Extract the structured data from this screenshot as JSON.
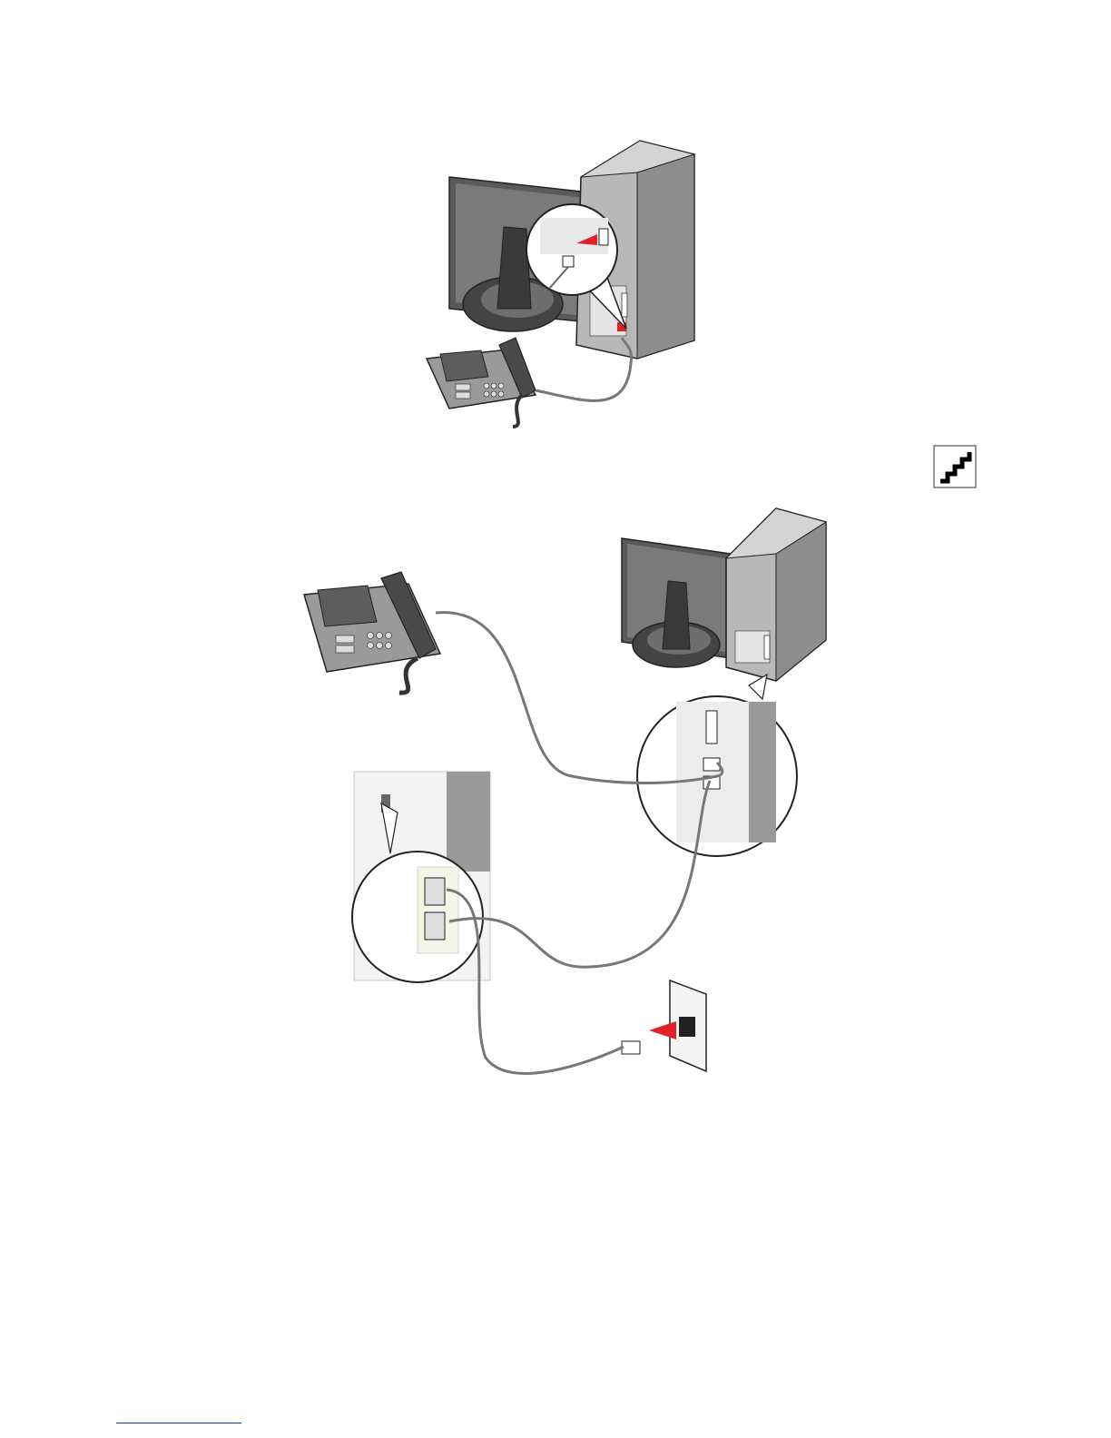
{
  "page": {
    "background": "#ffffff"
  },
  "figures": [
    {
      "name": "telephone-to-computer-modem-connection",
      "objects": [
        "monitor",
        "computer-tower",
        "telephone",
        "phone-cord",
        "magnified-port-callout"
      ],
      "accent_color": "#e0202a"
    },
    {
      "name": "printer-computer-telephone-wall-jack-connection",
      "objects": [
        "telephone",
        "monitor",
        "computer-tower",
        "printer-port-panel",
        "wall-jack",
        "phone-cords",
        "magnified-port-callouts"
      ],
      "accent_color": "#e0202a"
    }
  ],
  "step_icon": {
    "icon": "advanced-step-icon"
  },
  "footer": {
    "link_text": ""
  }
}
